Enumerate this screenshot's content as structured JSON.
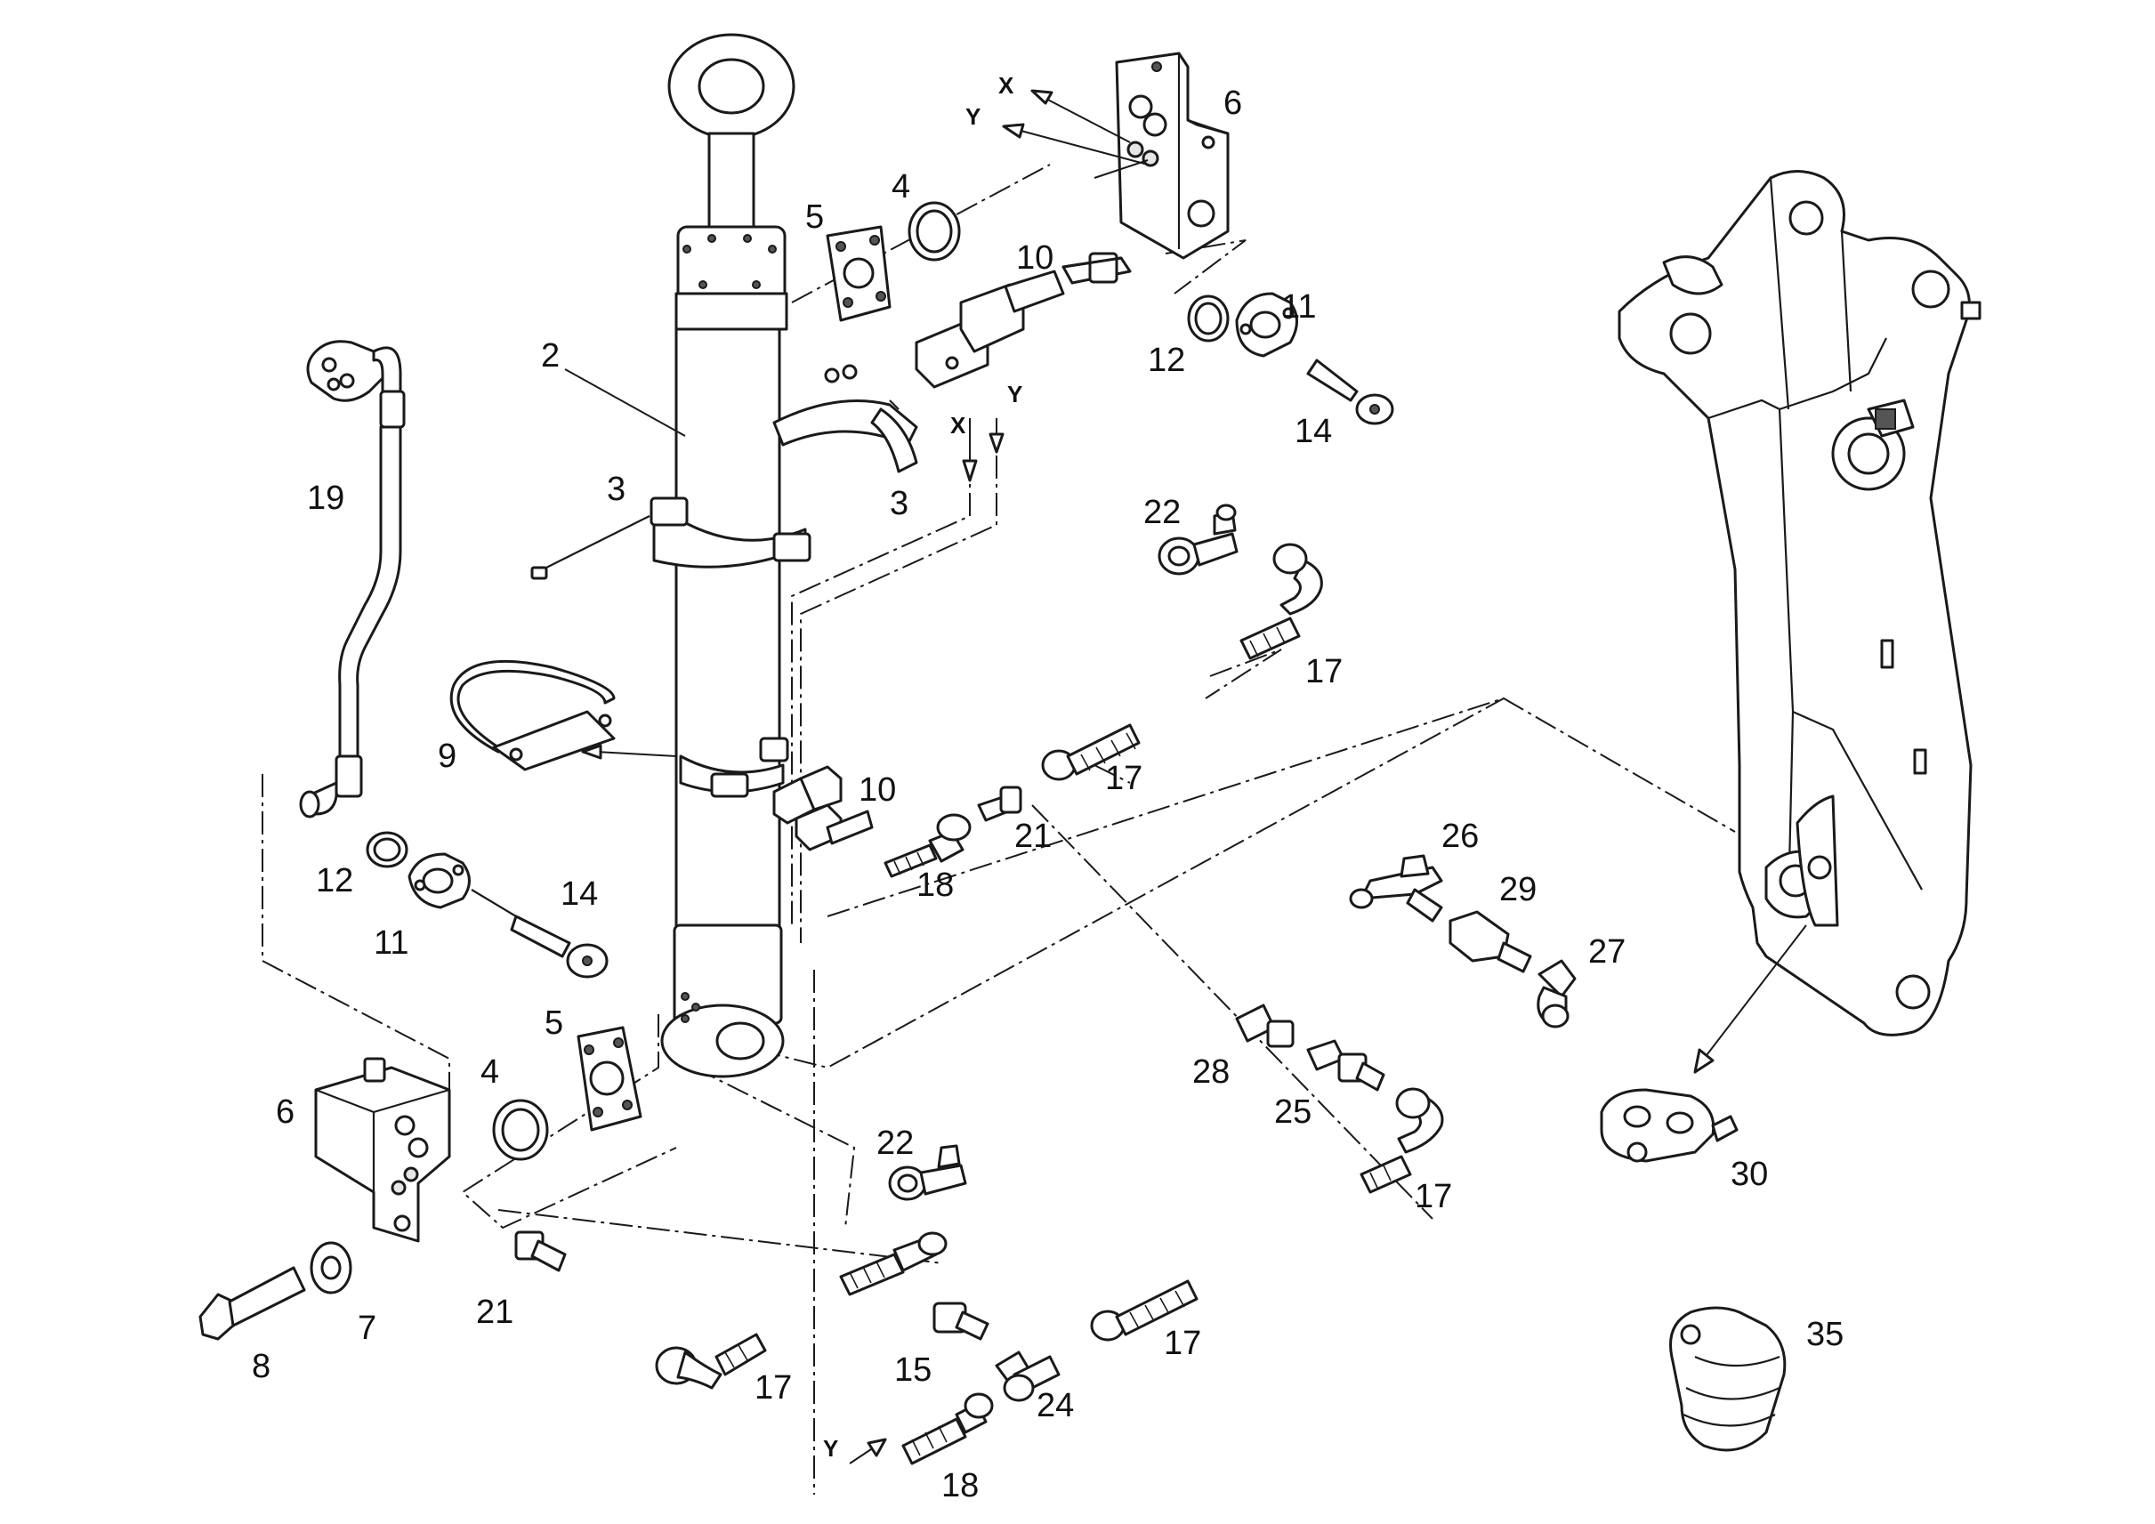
{
  "labels": {
    "l2": "2",
    "l3a": "3",
    "l3b": "3",
    "l4a": "4",
    "l4b": "4",
    "l5a": "5",
    "l5b": "5",
    "l6a": "6",
    "l6b": "6",
    "l7": "7",
    "l8": "8",
    "l9": "9",
    "l10a": "10",
    "l10b": "10",
    "l11a": "11",
    "l11b": "11",
    "l12a": "12",
    "l12b": "12",
    "l14a": "14",
    "l14b": "14",
    "l15": "15",
    "l17a": "17",
    "l17b": "17",
    "l17c": "17",
    "l17d": "17",
    "l17e": "17",
    "l18a": "18",
    "l18b": "18",
    "l19": "19",
    "l21a": "21",
    "l21b": "21",
    "l22a": "22",
    "l22b": "22",
    "l24": "24",
    "l25": "25",
    "l26": "26",
    "l27": "27",
    "l28": "28",
    "l29": "29",
    "l30": "30",
    "l35": "35"
  },
  "port_markers": {
    "x_top": "X",
    "y_top": "Y",
    "x_mid": "X",
    "y_mid": "Y",
    "y_bottom": "Y"
  }
}
